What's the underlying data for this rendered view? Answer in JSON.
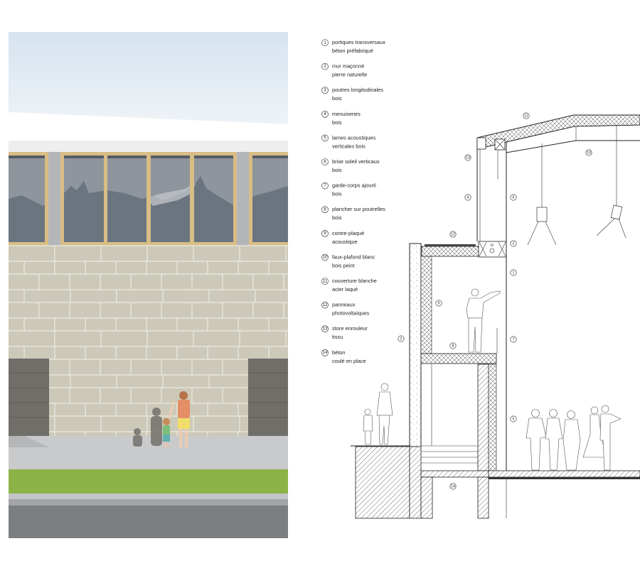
{
  "legend": [
    {
      "num": "1",
      "line1": "portiques transversaux",
      "line2": "béton préfabriqué"
    },
    {
      "num": "2",
      "line1": "mur maçonné",
      "line2": "pierre naturelle"
    },
    {
      "num": "3",
      "line1": "poutres longitudinales",
      "line2": "bois"
    },
    {
      "num": "4",
      "line1": "menuiseries",
      "line2": "bois"
    },
    {
      "num": "5",
      "line1": "lames acoustiques",
      "line2": "verticales bois"
    },
    {
      "num": "6",
      "line1": "brise soleil verticaux",
      "line2": "bois"
    },
    {
      "num": "7",
      "line1": "garde-corps ajouré",
      "line2": "bois"
    },
    {
      "num": "8",
      "line1": "plancher sur poutrelles",
      "line2": "bois"
    },
    {
      "num": "9",
      "line1": "contre-plaqué",
      "line2": "acoustique"
    },
    {
      "num": "10",
      "line1": "faux-plafond blanc",
      "line2": "bois peint"
    },
    {
      "num": "11",
      "line1": "couverture blanche",
      "line2": "acier laqué"
    },
    {
      "num": "12",
      "line1": "panneaux",
      "line2": "photovoltaïques"
    },
    {
      "num": "13",
      "line1": "store enrouleur",
      "line2": "tissu"
    },
    {
      "num": "14",
      "line1": "béton",
      "line2": "coulé en place"
    }
  ],
  "section_labels": [
    "11",
    "13",
    "10",
    "4",
    "6",
    "12",
    "3",
    "1",
    "9",
    "2",
    "7",
    "8",
    "5",
    "14"
  ],
  "colors": {
    "sky": "#dde8f1",
    "stone": "#cdc9b8",
    "stone_joint": "#ecebe3",
    "wood": "#d9bd85",
    "glass": "#8e959c",
    "mountain": "#6b7580",
    "column": "#b4b5b9",
    "niche": "#6f6e69",
    "pavement": "#c9cacc",
    "grass": "#8cb347",
    "curb": "#b9babc",
    "road": "#7d7e80",
    "line": "#222222"
  }
}
